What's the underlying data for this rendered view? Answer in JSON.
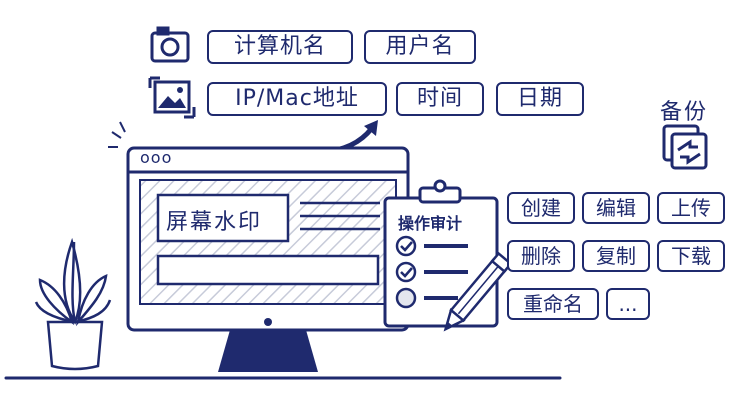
{
  "watermark_tags": {
    "computer_name": "计算机名",
    "username": "用户名",
    "ip_mac": "IP/Mac地址",
    "time": "时间",
    "date": "日期"
  },
  "screen": {
    "watermark_label": "屏幕水印",
    "window_dots": "ooo"
  },
  "audit": {
    "title": "操作审计"
  },
  "backup": {
    "label": "备份"
  },
  "operations": [
    "创建",
    "编辑",
    "上传",
    "删除",
    "复制",
    "下载",
    "重命名",
    "..."
  ],
  "icons": {
    "camera": "camera-icon",
    "image": "image-icon",
    "backup": "backup-sync-icon",
    "clipboard": "clipboard-checklist-icon",
    "pencil": "pencil-icon",
    "plant": "potted-plant-icon",
    "arrow": "curved-arrow-icon"
  },
  "colors": {
    "primary": "#1f2a6e",
    "hatch": "#c7cbd9",
    "background": "#ffffff"
  }
}
